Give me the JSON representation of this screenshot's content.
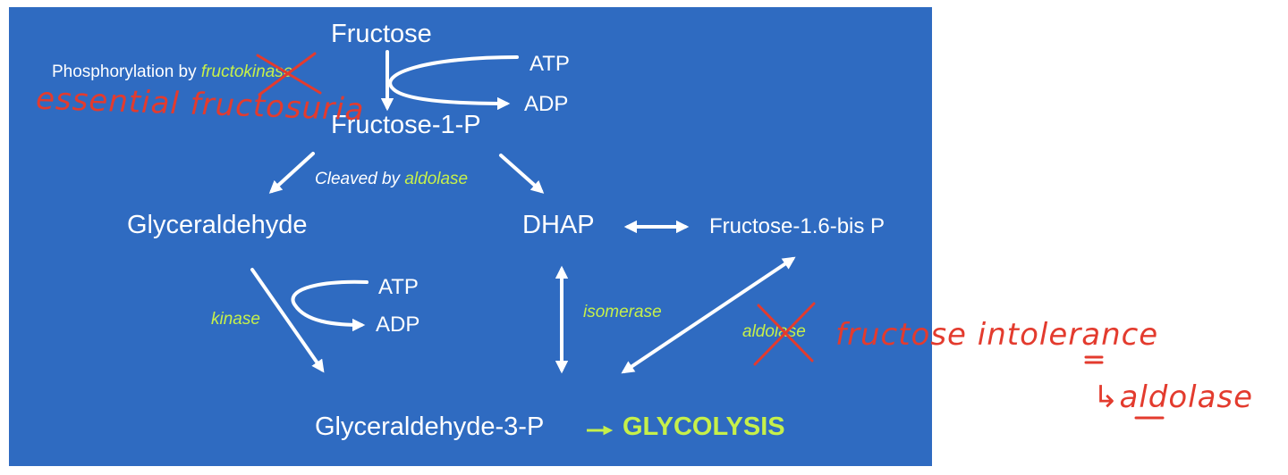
{
  "nodes": {
    "fructose": "Fructose",
    "fructose_1_p": "Fructose-1-P",
    "glyceraldehyde": "Glyceraldehyde",
    "dhap": "DHAP",
    "fructose_16_bisp": "Fructose-1.6-bis P",
    "glyceraldehyde_3_p": "Glyceraldehyde-3-P",
    "glycolysis": "GLYCOLYSIS"
  },
  "cofactors": {
    "atp_top": "ATP",
    "adp_top": "ADP",
    "atp_mid": "ATP",
    "adp_mid": "ADP"
  },
  "steps": {
    "phosphorylation_prefix": "Phosphorylation by ",
    "phosphorylation_enzyme": "fructokinase",
    "cleaved_prefix": "Cleaved by ",
    "cleaved_enzyme": "aldolase",
    "kinase": "kinase",
    "isomerase": "isomerase",
    "aldolase": "aldolase"
  },
  "annotations": {
    "essential_fructosuria": "essential fructosuria",
    "fructose_intolerance": "fructose intolerance",
    "arrow_aldolase": "↳aldolase"
  },
  "colors": {
    "background_panel": "#2f6bc1",
    "text": "#ffffff",
    "enzyme_highlight": "#c6f04a",
    "handwriting": "#e33b2e"
  }
}
